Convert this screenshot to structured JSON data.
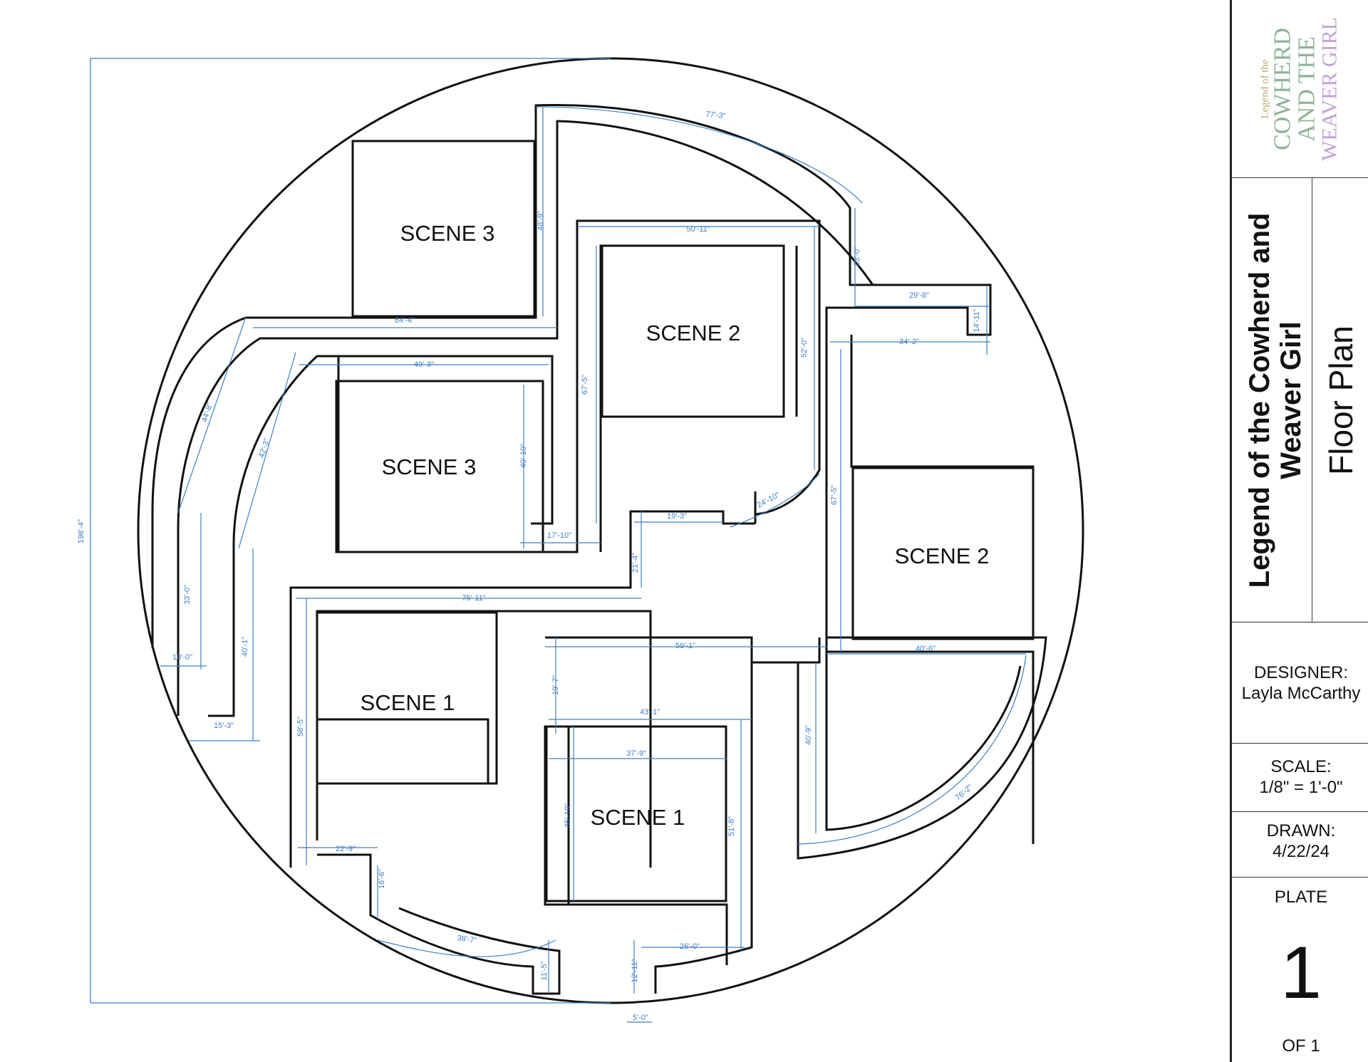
{
  "drawing": {
    "scene_labels": [
      "SCENE 3",
      "SCENE 2",
      "SCENE 3",
      "SCENE 2",
      "SCENE 1",
      "SCENE 1"
    ],
    "dimensions": [
      "198'-4\"",
      "77'-3\"",
      "48'-9\"",
      "50'-11\"",
      "23'-0\"",
      "29'-8\"",
      "14'-11\"",
      "34'-2\"",
      "64'-4\"",
      "49'-3\"",
      "67'-5\"",
      "52'-0\"",
      "44'-8\"",
      "42'-3\"",
      "40'-10\"",
      "17'-10\"",
      "19'-3\"",
      "24'-10\"",
      "67'-5\"",
      "21'-4\"",
      "75'-11\"",
      "33'-0\"",
      "10'-0\"",
      "40'-1\"",
      "15'-3\"",
      "59'-1\"",
      "40'-6\"",
      "19'-7\"",
      "43'-1\"",
      "37'-9\"",
      "35'-10\"",
      "51'-8\"",
      "40'-9\"",
      "76'-2\"",
      "58'-5\"",
      "22'-9\"",
      "16'-6\"",
      "38'-7\"",
      "11'-5\"",
      "12'-11\"",
      "26'-0\"",
      "5'-0\""
    ],
    "colors": {
      "wall": "#111111",
      "dimension": "#3d7fc8",
      "scene_edge": "#999999"
    }
  },
  "title_block": {
    "logo": {
      "line1": "Legend of the",
      "line2": "COWHERD AND THE",
      "line3": "WEAVER GIRL"
    },
    "title": "Legend of the Cowherd and Weaver Girl",
    "subtitle": "Floor Plan",
    "designer_label": "DESIGNER:",
    "designer": "Layla McCarthy",
    "scale_label": "SCALE:",
    "scale": "1/8\" = 1'-0\"",
    "drawn_label": "DRAWN:",
    "drawn": "4/22/24",
    "plate_label": "PLATE",
    "plate_number": "1",
    "plate_of": "OF 1"
  }
}
